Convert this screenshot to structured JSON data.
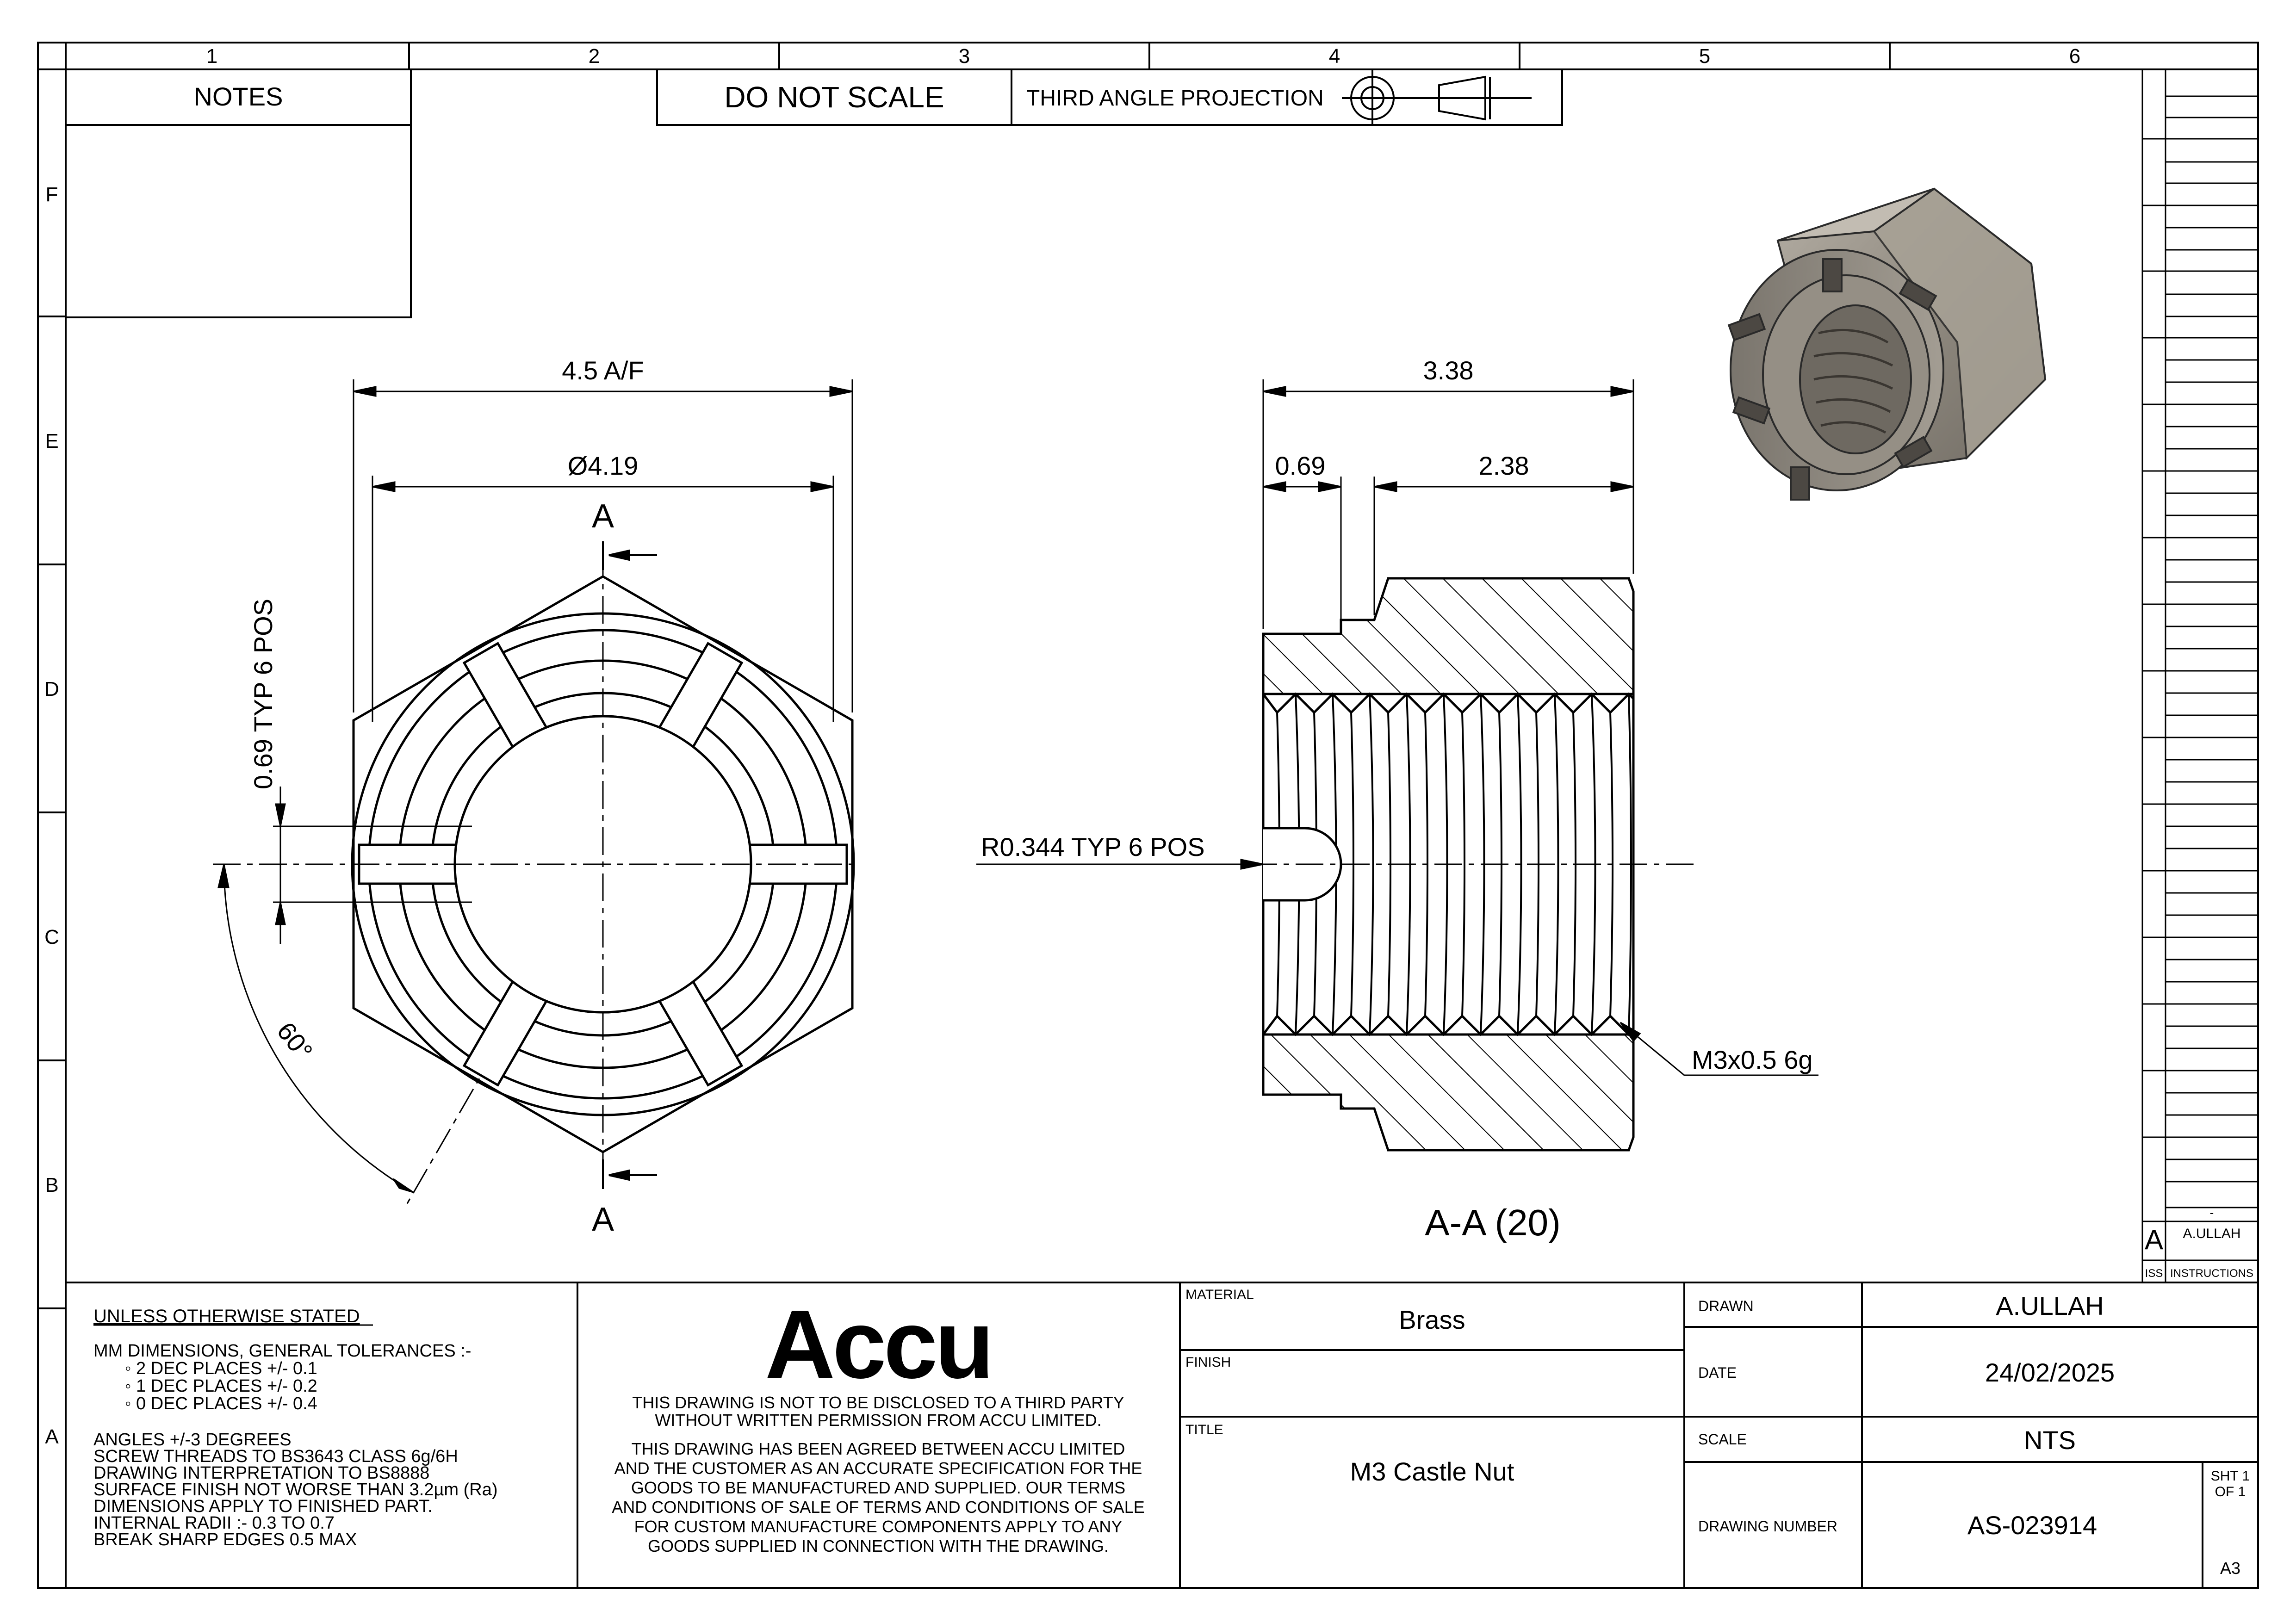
{
  "zones": {
    "columns": [
      "1",
      "2",
      "3",
      "4",
      "5",
      "6"
    ],
    "rows": [
      "F",
      "E",
      "D",
      "C",
      "B",
      "A"
    ]
  },
  "header": {
    "notes_title": "NOTES",
    "do_not_scale": "DO NOT SCALE",
    "projection": "THIRD ANGLE PROJECTION"
  },
  "front_view": {
    "dim_af": "4.5 A/F",
    "dim_dia": "Ø4.19",
    "dim_slot": "0.69 TYP 6 POS",
    "dim_angle": "60°",
    "section_mark": "A"
  },
  "section_view": {
    "dim_total": "3.38",
    "dim_crown": "0.69",
    "dim_body": "2.38",
    "dim_radius": "R0.344 TYP 6 POS",
    "thread_callout": "M3x0.5 6g",
    "label": "A-A (20)"
  },
  "revisions": {
    "issue": "A",
    "issue_blank": "-",
    "issue_by": "A.ULLAH",
    "col_iss": "ISS",
    "col_instructions": "INSTRUCTIONS"
  },
  "title_block": {
    "tolerance_header": "UNLESS OTHERWISE STATED",
    "tolerance_lines": [
      "MM DIMENSIONS, GENERAL TOLERANCES :-",
      "◦  2 DEC PLACES +/- 0.1",
      "◦  1 DEC PLACES +/- 0.2",
      "◦  0 DEC PLACES +/- 0.4"
    ],
    "notes_lines": [
      "ANGLES +/-3 DEGREES",
      "SCREW THREADS TO BS3643 CLASS 6g/6H",
      "DRAWING INTERPRETATION TO BS8888",
      "SURFACE FINISH NOT WORSE THAN 3.2µm (Ra)",
      "DIMENSIONS APPLY TO FINISHED PART.",
      "INTERNAL RADII :- 0.3 TO 0.7",
      "BREAK SHARP EDGES 0.5 MAX"
    ],
    "logo": "Accu",
    "disclosure_lines": [
      "THIS DRAWING IS NOT TO BE DISCLOSED TO A THIRD PARTY",
      "WITHOUT WRITTEN PERMISSION FROM ACCU LIMITED."
    ],
    "agreement_lines": [
      "THIS DRAWING HAS BEEN AGREED BETWEEN ACCU LIMITED",
      "AND THE CUSTOMER AS AN ACCURATE SPECIFICATION FOR THE",
      "GOODS TO BE MANUFACTURED AND SUPPLIED. OUR TERMS",
      "AND CONDITIONS OF SALE OF TERMS AND CONDITIONS OF SALE",
      "FOR CUSTOM MANUFACTURE COMPONENTS APPLY TO ANY",
      "GOODS SUPPLIED IN CONNECTION WITH THE DRAWING."
    ],
    "material_label": "MATERIAL",
    "material": "Brass",
    "finish_label": "FINISH",
    "finish": "",
    "title_label": "TITLE",
    "title": "M3 Castle Nut",
    "drawn_label": "DRAWN",
    "drawn": "A.ULLAH",
    "date_label": "DATE",
    "date": "24/02/2025",
    "scale_label": "SCALE",
    "scale": "NTS",
    "drawing_number_label": "DRAWING NUMBER",
    "drawing_number": "AS-023914",
    "sheet_line1": "SHT 1",
    "sheet_line2": "OF 1",
    "size": "A3"
  }
}
